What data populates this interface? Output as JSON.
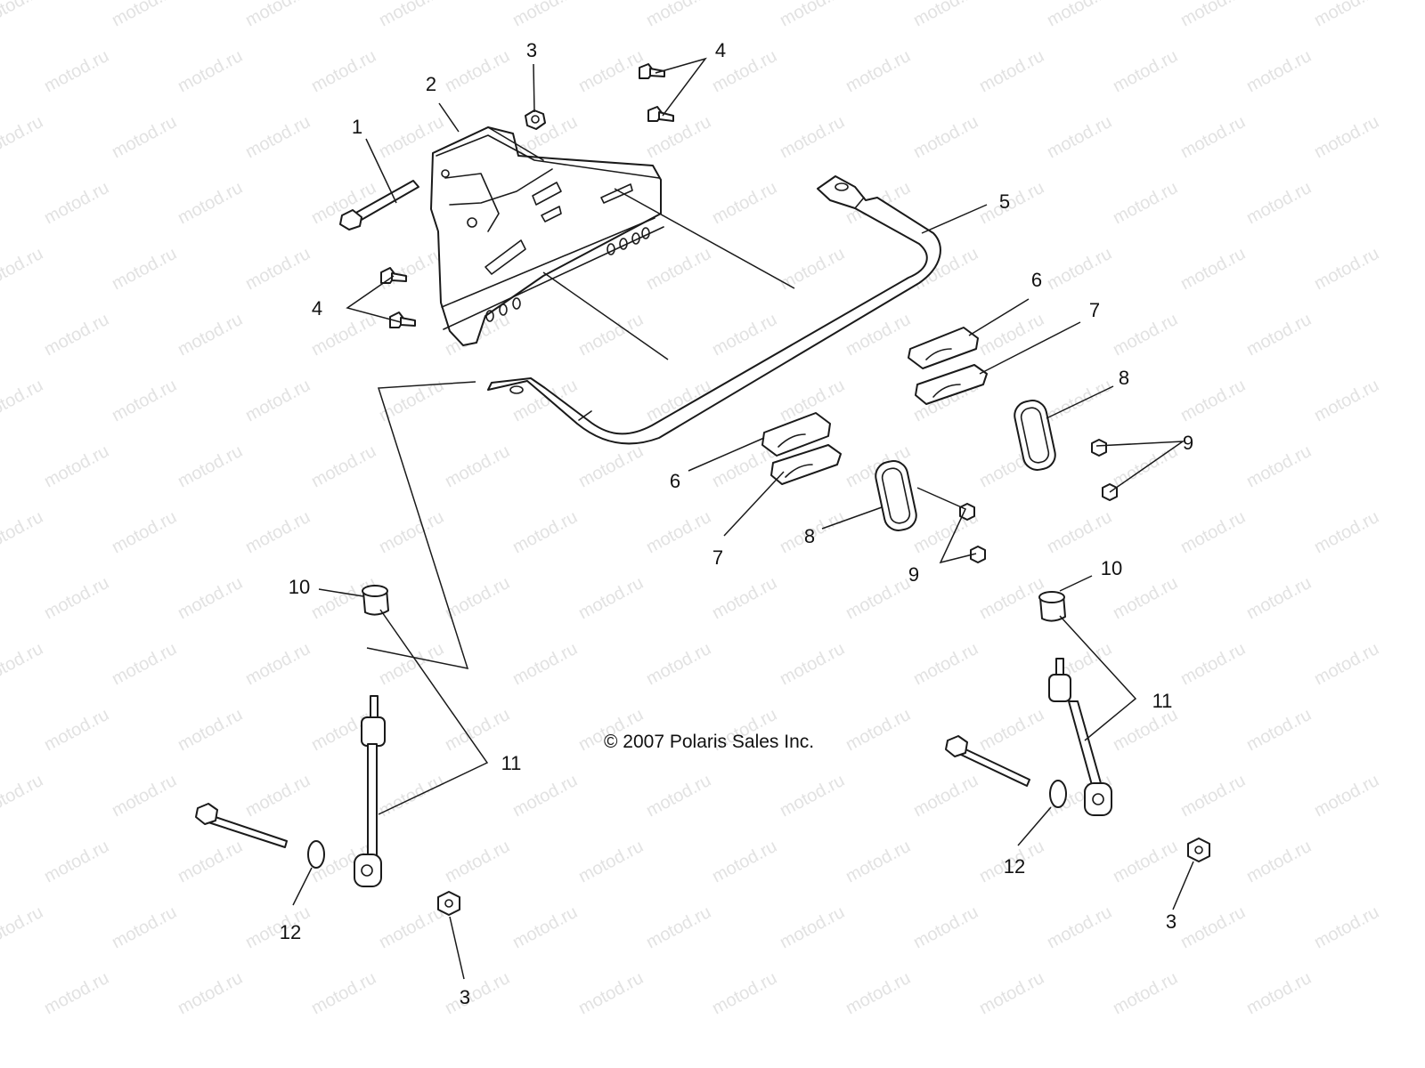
{
  "watermark": "motod.ru",
  "copyright": "© 2007 Polaris Sales Inc.",
  "callouts": [
    "1",
    "2",
    "3",
    "3",
    "3",
    "4",
    "4",
    "5",
    "6",
    "6",
    "7",
    "7",
    "8",
    "8",
    "9",
    "9",
    "10",
    "10",
    "11",
    "11",
    "12",
    "12"
  ],
  "colors": {
    "line": "#1a1a1a",
    "background": "#ffffff",
    "watermark": "#e2e2e2"
  }
}
